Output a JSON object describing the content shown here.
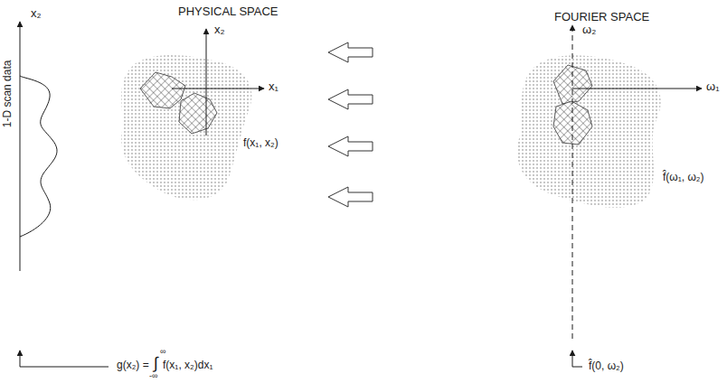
{
  "diagram": {
    "labels": [
      "PHYSICAL SPACE",
      "x₂",
      "1-D scan data",
      "x₂",
      "x₁",
      "f(x₁, x₂)",
      "g(x₂) =",
      "∫",
      "∞",
      "-∞",
      "f(x₁, x₂)dx₁",
      "FOURIER SPACE",
      "ω₂",
      "ω₁",
      "f̂(ω₁, ω₂)",
      "f̂(0, ω₂)"
    ]
  }
}
